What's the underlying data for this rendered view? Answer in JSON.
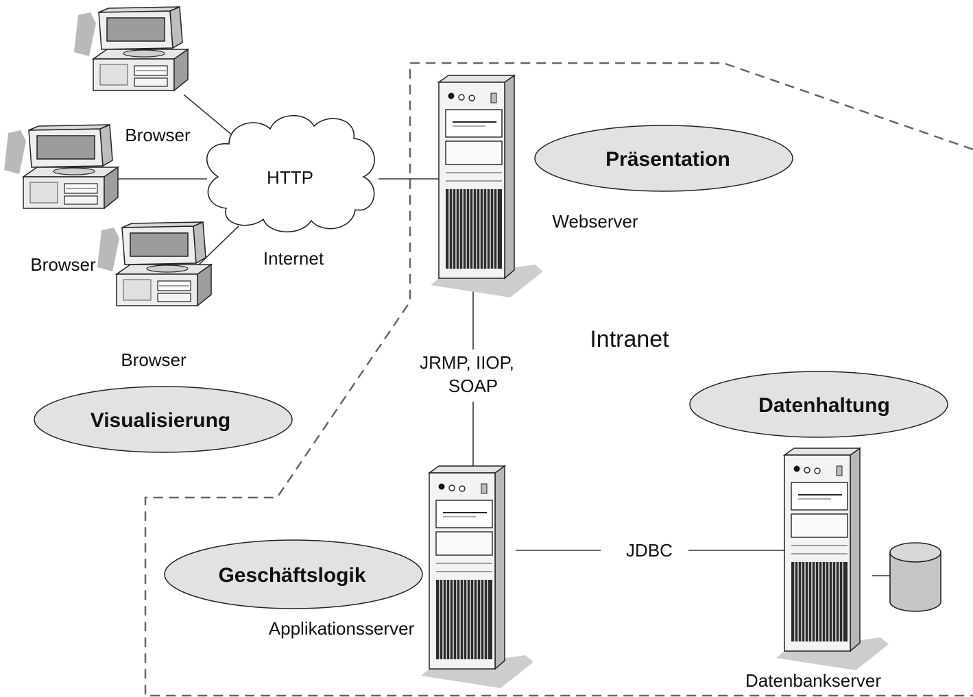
{
  "diagram": {
    "network": {
      "protocol": "HTTP",
      "name": "Internet",
      "intranet": "Intranet"
    },
    "clients": [
      {
        "label": "Browser"
      },
      {
        "label": "Browser"
      },
      {
        "label": "Browser"
      }
    ],
    "servers": {
      "web": "Webserver",
      "app": "Applikationsserver",
      "db": "Datenbankserver"
    },
    "connections": {
      "web_to_app_line1": "JRMP, IIOP,",
      "web_to_app_line2": "SOAP",
      "app_to_db": "JDBC"
    },
    "tiers": {
      "visualisierung": "Visualisierung",
      "praesentation": "Präsentation",
      "geschaeftslogik": "Geschäftslogik",
      "datenhaltung": "Datenhaltung"
    }
  }
}
